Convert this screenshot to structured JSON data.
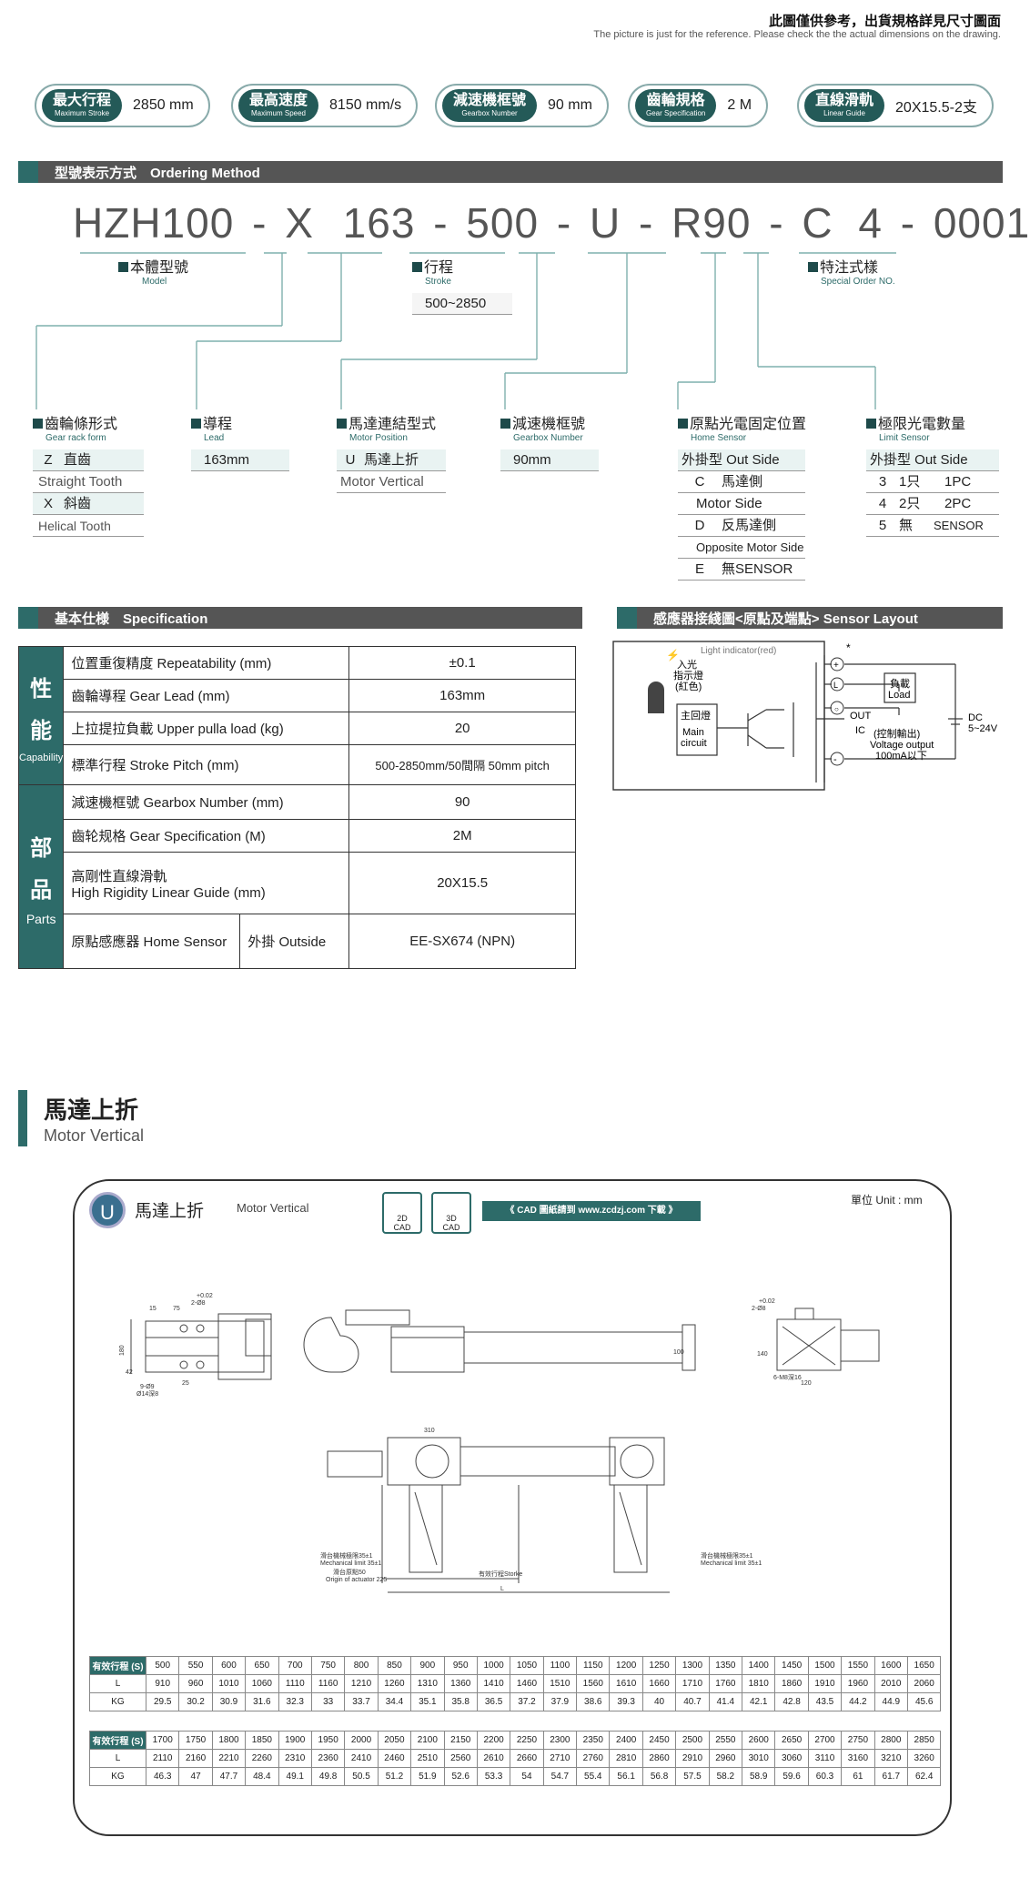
{
  "header": {
    "note_zh": "此圖僅供參考，出貨規格詳見尺寸圖面",
    "note_en": "The picture is just for the reference. Please check the the actual dimensions on the drawing."
  },
  "pills": [
    {
      "zh": "最大行程",
      "en": "Maximum Stroke",
      "value": "2850 mm"
    },
    {
      "zh": "最高速度",
      "en": "Maximum Speed",
      "value": "8150 mm/s"
    },
    {
      "zh": "減速機框號",
      "en": "Gearbox Number",
      "value": "90 mm"
    },
    {
      "zh": "齒輪規格",
      "en": "Gear Specification",
      "value": "2 M"
    },
    {
      "zh": "直線滑軌",
      "en": "Linear Guide",
      "value": "20X15.5-2支"
    }
  ],
  "ordering": {
    "title": "型號表示方式　Ordering Method",
    "model": [
      "HZH100",
      "-",
      "X",
      "163",
      "-",
      "500",
      "-",
      "U",
      "-",
      "R90",
      "-",
      "C",
      "4",
      "-",
      "0001"
    ],
    "model_label": {
      "zh": "本體型號",
      "en": "Model"
    },
    "stroke_label": {
      "zh": "行程",
      "en": "Stroke",
      "range": "500~2850"
    },
    "special_label": {
      "zh": "特注式樣",
      "en": "Special Order NO."
    },
    "gear_rack": {
      "zh": "齒輪條形式",
      "en": "Gear rack form",
      "opts": [
        "Z",
        "直齒",
        "Straight Tooth",
        "X",
        "斜齒",
        "Helical Tooth"
      ]
    },
    "lead": {
      "zh": "導程",
      "en": "Lead",
      "opts": [
        "163mm"
      ]
    },
    "motor_pos": {
      "zh": "馬達連結型式",
      "en": "Motor Position",
      "opts": [
        "U",
        "馬達上折",
        "Motor Vertical"
      ]
    },
    "gearbox": {
      "zh": "減速機框號",
      "en": "Gearbox Number",
      "opts": [
        "90mm"
      ]
    },
    "home": {
      "zh": "原點光電固定位置",
      "en": "Home Sensor",
      "opts": [
        "外掛型 Out Side",
        "C",
        "馬達側",
        "Motor Side",
        "D",
        "反馬達側",
        "Opposite Motor Side",
        "E",
        "無SENSOR"
      ]
    },
    "limit": {
      "zh": "極限光電數量",
      "en": "Limit Sensor",
      "opts": [
        "外掛型 Out Side",
        "3",
        "1只",
        "1PC",
        "4",
        "2只",
        "2PC",
        "5",
        "無",
        "SENSOR"
      ]
    }
  },
  "spec": {
    "title": "基本仕様　Specification",
    "cap_zh1": "性",
    "cap_zh2": "能",
    "cap_en": "Capability",
    "parts_zh1": "部",
    "parts_zh2": "品",
    "parts_en": "Parts",
    "rows": [
      {
        "k": "位置重復精度  Repeatability (mm)",
        "v": "±0.1"
      },
      {
        "k": "齒輪導程  Gear Lead (mm)",
        "v": "163mm"
      },
      {
        "k": "上拉提拉負載  Upper pulla load (kg)",
        "v": "20"
      },
      {
        "k": "標準行程 Stroke Pitch (mm)",
        "v": "500-2850mm/50間隔  50mm pitch"
      },
      {
        "k": "減速機框號  Gearbox Number (mm)",
        "v": "90"
      },
      {
        "k": "齒轮规格 Gear Specification (M)",
        "v": "2M"
      },
      {
        "k": "高剛性直線滑軌",
        "k2": "High Rigidity Linear Guide (mm)",
        "v": "20X15.5"
      },
      {
        "k": "原點感應器 Home Sensor",
        "k3": "外掛  Outside",
        "v": "EE-SX674 (NPN)"
      }
    ]
  },
  "sensor": {
    "title": "感應器接綫圖<原點及端點>  Sensor Layout",
    "light": "Light indicator(red)",
    "led1": "入光",
    "led2": "指示燈",
    "led3": "(紅色)",
    "main_zh": "主回燈",
    "main_en1": "Main",
    "main_en2": "circuit",
    "load_zh": "負載",
    "load_en": "Load",
    "out": "OUT",
    "ic": "IC",
    "ctrl": "(控制輸出)",
    "vo": "Voltage output",
    "ma": "100mA以下",
    "dc": "DC",
    "v": "5~24V",
    "star": "*"
  },
  "motor_section": {
    "title_zh": "馬達上折",
    "title_en": "Motor Vertical"
  },
  "drawing": {
    "badge": "U",
    "title_zh": "馬達上折",
    "title_en": "Motor Vertical",
    "cad2": "2D",
    "cad3": "3D",
    "cad": "CAD",
    "cad_link": "《 CAD 圖紙請到 www.zcdzj.com 下載 》",
    "unit": "單位 Unit : mm",
    "dims": {
      "d310": "310",
      "d180": "180",
      "d100": "100",
      "d140": "140",
      "d120": "120",
      "d75": "75",
      "tol": "+0.02",
      "hole": "2-Ø8",
      "h6": "6-M8深16",
      "h9": "9-Ø9",
      "h14": "Ø14深8",
      "d42": "42",
      "d15": "15",
      "d25": "25",
      "mech1": "滑台機械極限35±1",
      "mech1e": "Mechanical limit 35±1",
      "orig": "滑台原點50",
      "orige": "Origin of actuator 225",
      "strk": "有效行程Storke",
      "L": "L",
      "mech2": "滑台機械極限35±1",
      "mech2e": "Mechanical limit 35±1"
    }
  },
  "table": {
    "h1": "有效行程 (S)",
    "h2": "L",
    "h3": "KG",
    "s1": [
      "500",
      "550",
      "600",
      "650",
      "700",
      "750",
      "800",
      "850",
      "900",
      "950",
      "1000",
      "1050",
      "1100",
      "1150",
      "1200",
      "1250",
      "1300",
      "1350",
      "1400",
      "1450",
      "1500",
      "1550",
      "1600",
      "1650"
    ],
    "l1": [
      "910",
      "960",
      "1010",
      "1060",
      "1110",
      "1160",
      "1210",
      "1260",
      "1310",
      "1360",
      "1410",
      "1460",
      "1510",
      "1560",
      "1610",
      "1660",
      "1710",
      "1760",
      "1810",
      "1860",
      "1910",
      "1960",
      "2010",
      "2060"
    ],
    "k1": [
      "29.5",
      "30.2",
      "30.9",
      "31.6",
      "32.3",
      "33",
      "33.7",
      "34.4",
      "35.1",
      "35.8",
      "36.5",
      "37.2",
      "37.9",
      "38.6",
      "39.3",
      "40",
      "40.7",
      "41.4",
      "42.1",
      "42.8",
      "43.5",
      "44.2",
      "44.9",
      "45.6"
    ],
    "s2": [
      "1700",
      "1750",
      "1800",
      "1850",
      "1900",
      "1950",
      "2000",
      "2050",
      "2100",
      "2150",
      "2200",
      "2250",
      "2300",
      "2350",
      "2400",
      "2450",
      "2500",
      "2550",
      "2600",
      "2650",
      "2700",
      "2750",
      "2800",
      "2850"
    ],
    "l2": [
      "2110",
      "2160",
      "2210",
      "2260",
      "2310",
      "2360",
      "2410",
      "2460",
      "2510",
      "2560",
      "2610",
      "2660",
      "2710",
      "2760",
      "2810",
      "2860",
      "2910",
      "2960",
      "3010",
      "3060",
      "3110",
      "3160",
      "3210",
      "3260"
    ],
    "k2": [
      "46.3",
      "47",
      "47.7",
      "48.4",
      "49.1",
      "49.8",
      "50.5",
      "51.2",
      "51.9",
      "52.6",
      "53.3",
      "54",
      "54.7",
      "55.4",
      "56.1",
      "56.8",
      "57.5",
      "58.2",
      "58.9",
      "59.6",
      "60.3",
      "61",
      "61.7",
      "62.4"
    ]
  }
}
